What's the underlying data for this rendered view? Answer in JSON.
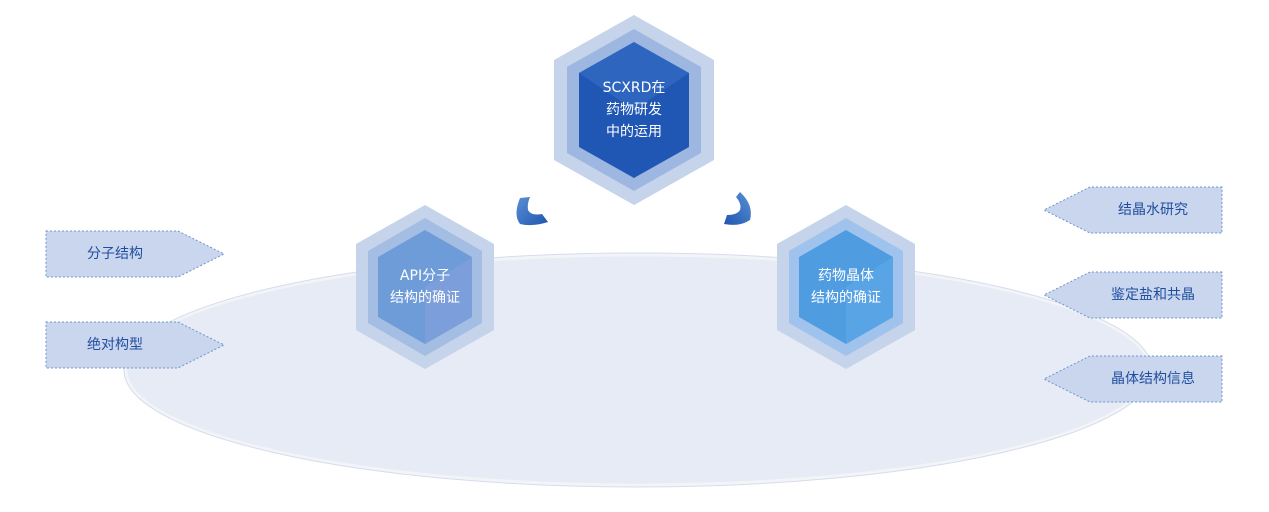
{
  "center": {
    "line1": "SCXRD在",
    "line2": "药物研发",
    "line3": "中的运用"
  },
  "left_hex": {
    "line1": "API分子",
    "line2": "结构的确证"
  },
  "right_hex": {
    "line1": "药物晶体",
    "line2": "结构的确证"
  },
  "left_tags": [
    "分子结构",
    "绝对构型"
  ],
  "right_tags": [
    "结晶水研究",
    "鉴定盐和共晶",
    "晶体结构信息"
  ],
  "colors": {
    "dark_blue": "#2057b5",
    "mid_blue": "#5a8fd4",
    "light_blue": "#4f9ce0",
    "tag_fill": "#c9d6ee",
    "tag_border": "#6f94cc",
    "ellipse": "#e6ebf5",
    "text_dark": "#1f4e9e"
  }
}
